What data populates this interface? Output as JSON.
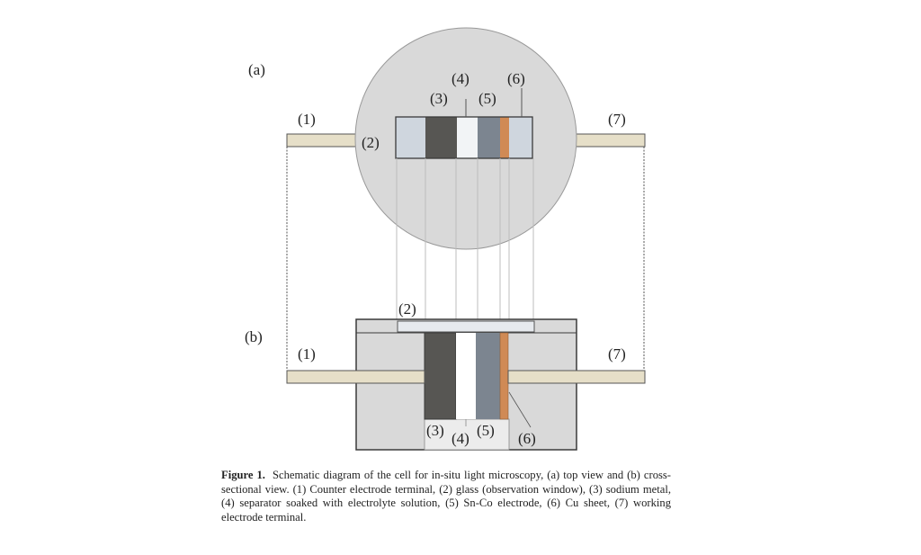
{
  "figure": {
    "panel_labels": {
      "top": "(a)",
      "bottom": "(b)"
    },
    "components": [
      {
        "id": "1",
        "label": "(1)",
        "name": "Counter electrode terminal"
      },
      {
        "id": "2",
        "label": "(2)",
        "name": "glass (observation window)"
      },
      {
        "id": "3",
        "label": "(3)",
        "name": "sodium metal"
      },
      {
        "id": "4",
        "label": "(4)",
        "name": "separator soaked with electrolyte solution"
      },
      {
        "id": "5",
        "label": "(5)",
        "name": "Sn-Co electrode"
      },
      {
        "id": "6",
        "label": "(6)",
        "name": "Cu sheet"
      },
      {
        "id": "7",
        "label": "(7)",
        "name": "working electrode terminal"
      }
    ],
    "colors": {
      "housing": "#d9d9d9",
      "glass": "#cfd6de",
      "sodium": "#575653",
      "separator": "#f2f4f6",
      "snco": "#7c8590",
      "cu": "#d08a55",
      "terminal": "#e6dfc8",
      "outline": "#3a3a3a"
    }
  },
  "caption": {
    "heading": "Figure 1.",
    "text": "Schematic diagram of the cell for in-situ light microscopy, (a) top view and (b) cross-sectional view. (1) Counter electrode terminal, (2) glass (observation window), (3) sodium metal, (4) separator soaked with electrolyte solution, (5) Sn-Co electrode, (6) Cu sheet, (7) working electrode terminal."
  }
}
